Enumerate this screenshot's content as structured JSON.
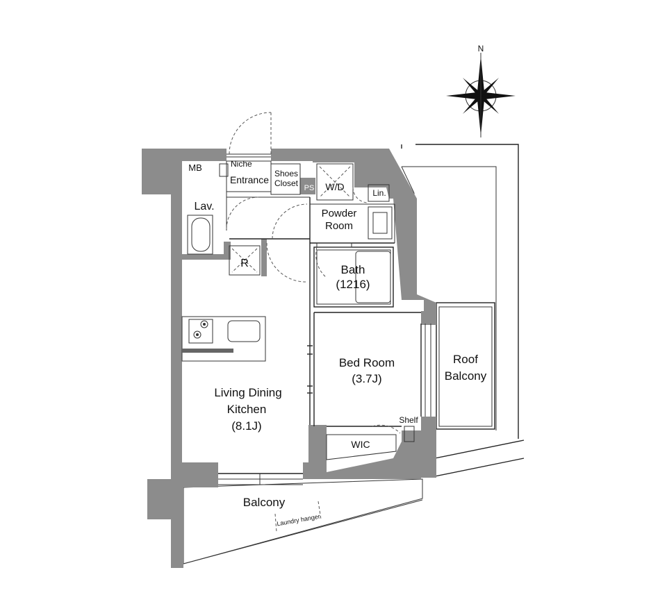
{
  "compass": {
    "north": "N"
  },
  "rooms": {
    "mb": "MB",
    "niche": "Niche",
    "entrance": "Entrance",
    "shoes_1": "Shoes",
    "shoes_2": "Closet",
    "ps": "PS",
    "wd": "W/D",
    "lin": "Lin.",
    "lav": "Lav.",
    "powder_1": "Powder",
    "powder_2": "Room",
    "r": "R",
    "bath_1": "Bath",
    "bath_2": "(1216)",
    "bed_1": "Bed Room",
    "bed_2": "(3.7J)",
    "ldk_1": "Living Dining",
    "ldk_2": "Kitchen",
    "ldk_3": "(8.1J)",
    "roof_1": "Roof",
    "roof_2": "Balcony",
    "shelf": "Shelf",
    "wic": "WIC",
    "balcony": "Balcony",
    "laundry": "Laundry hanger"
  },
  "colors": {
    "wall": "#8c8c8c",
    "line": "#222222",
    "background": "#ffffff"
  }
}
